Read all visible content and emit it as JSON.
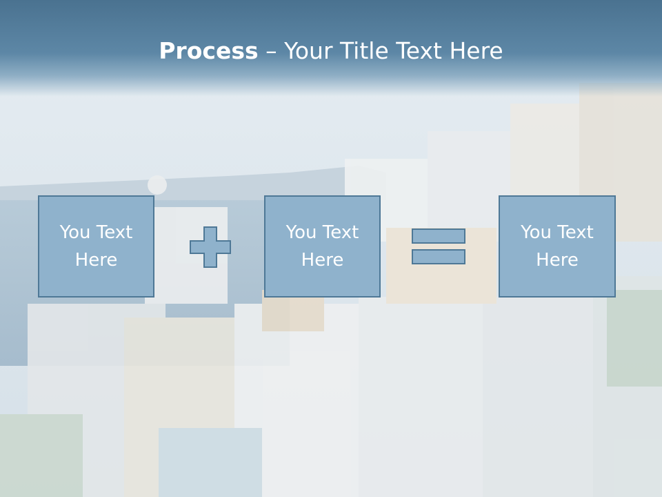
{
  "slide": {
    "title_bold": "Process",
    "title_rest": " – Your Title Text Here",
    "boxes": [
      {
        "label": "You Text\nHere"
      },
      {
        "label": "You Text\nHere"
      },
      {
        "label": "You Text\nHere"
      }
    ],
    "operators": [
      "plus-icon",
      "equals-icon"
    ],
    "colors": {
      "box_fill": "#8fb2cc",
      "box_border": "#4e7896",
      "title_band": "#4a7290",
      "text": "#ffffff"
    }
  }
}
